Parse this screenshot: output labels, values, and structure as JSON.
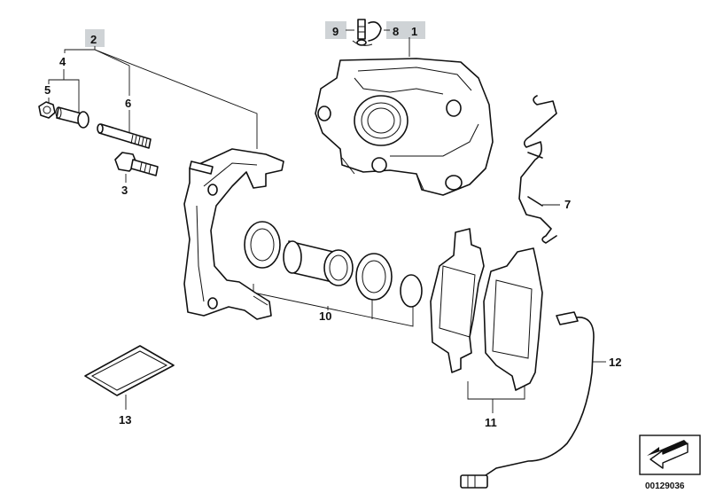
{
  "labels": {
    "p1": "1",
    "p2": "2",
    "p3": "3",
    "p4": "4",
    "p5": "5",
    "p6": "6",
    "p7": "7",
    "p8": "8",
    "p9": "9",
    "p10": "10",
    "p11": "11",
    "p12": "12",
    "p13": "13"
  },
  "diagram_code": "00129036",
  "colors": {
    "line": "#111111",
    "label_highlight": "#cfd3d6",
    "background": "#ffffff"
  },
  "icons": {
    "navigation_badge": "arrow-back-icon"
  }
}
